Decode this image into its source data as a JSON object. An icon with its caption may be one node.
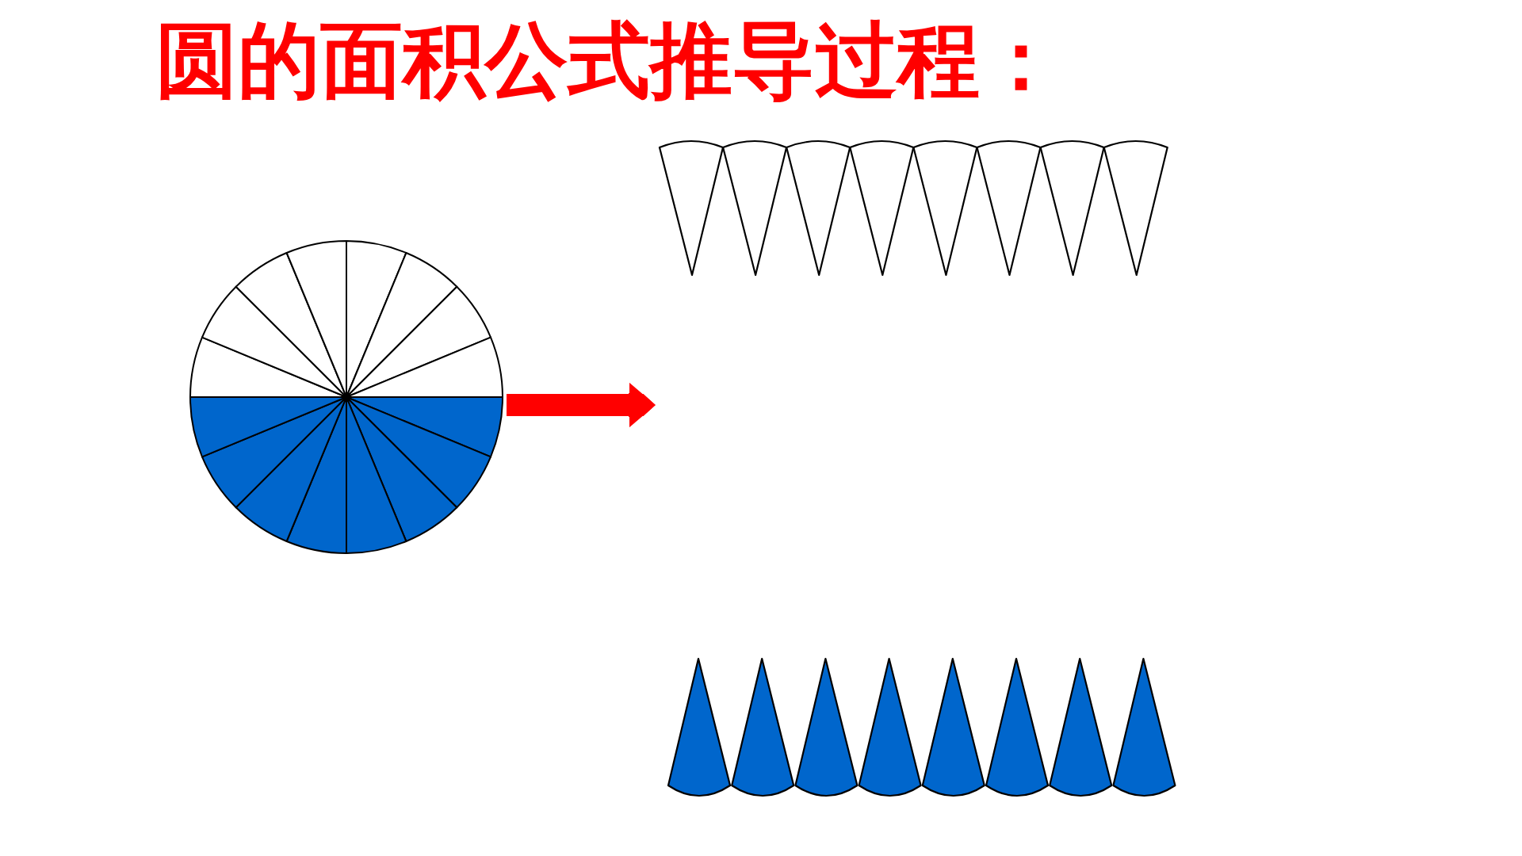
{
  "diagram": {
    "title": "圆的面积公式推导过程：",
    "nodes": [
      {
        "text": [],
        "shape": "circle"
      },
      {
        "text": [],
        "shape": "picture"
      }
    ],
    "edges": [
      {
        "from": 0,
        "to": 1,
        "arrow": "to",
        "color": "#ff0000"
      }
    ]
  }
}
